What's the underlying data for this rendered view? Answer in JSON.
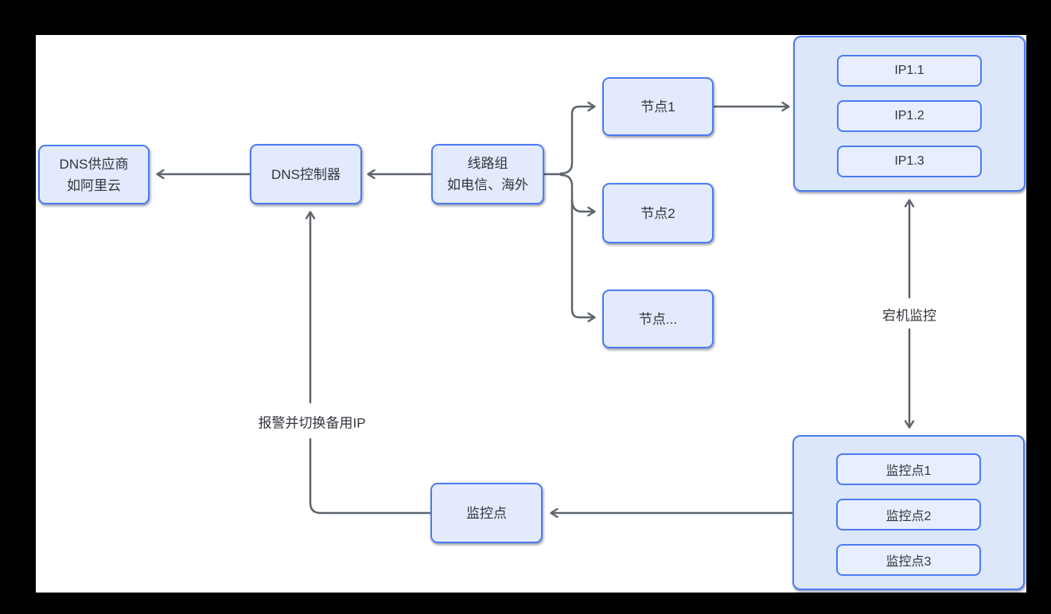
{
  "diagram": {
    "colors": {
      "page_background": "#000000",
      "canvas_background": "#ffffff",
      "node_fill": "#e3eafd",
      "panel_fill": "#dde7fc",
      "inner_item_fill": "#e8eefd",
      "node_border": "#4c7cf3",
      "edge_stroke": "#5e646c",
      "text": "#33363c"
    },
    "nodes": {
      "dns_provider": {
        "line1": "DNS供应商",
        "line2": "如阿里云"
      },
      "dns_controller": {
        "label": "DNS控制器"
      },
      "line_group": {
        "line1": "线路组",
        "line2": "如电信、海外"
      },
      "node1": {
        "label": "节点1"
      },
      "node2": {
        "label": "节点2"
      },
      "node_more": {
        "label": "节点..."
      },
      "ip_panel": {
        "items": [
          "IP1.1",
          "IP1.2",
          "IP1.3"
        ]
      },
      "monitor_panel": {
        "items": [
          "监控点1",
          "监控点2",
          "监控点3"
        ]
      },
      "monitor_point": {
        "label": "监控点"
      }
    },
    "edge_labels": {
      "downtime_monitoring": "宕机监控",
      "alert_and_switch_backup_ip": "报警并切换备用IP"
    }
  }
}
